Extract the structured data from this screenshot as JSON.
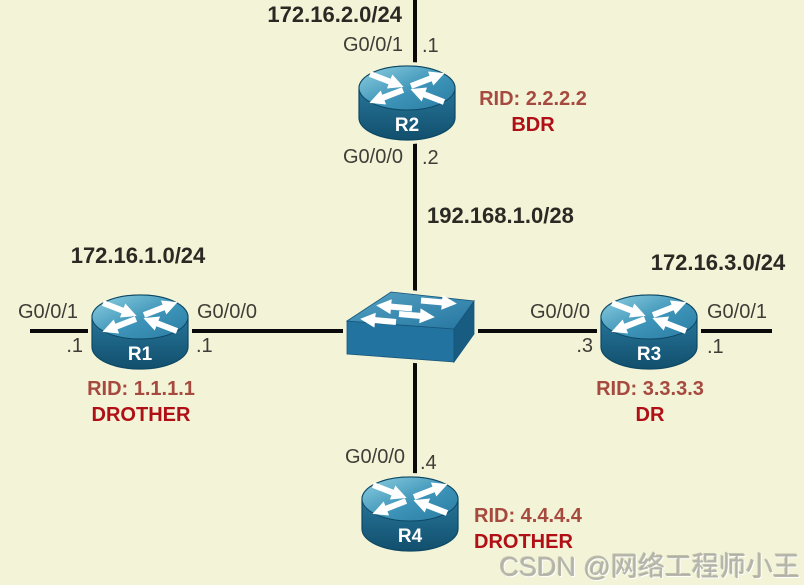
{
  "colors": {
    "background": "#f2f3d7",
    "link": "#0a0a0a",
    "network_label": "#2b2923",
    "interface_label": "#3f3d37",
    "rid_text": "#a64a3f",
    "role_text": "#b01015",
    "device_blue": "#2e82aa"
  },
  "networks": {
    "top": "172.16.2.0/24",
    "left": "172.16.1.0/24",
    "right": "172.16.3.0/24",
    "lan": "192.168.1.0/28"
  },
  "routers": {
    "r1": {
      "name": "R1",
      "rid": "RID: 1.1.1.1",
      "role": "DROTHER",
      "if_left": "G0/0/1",
      "ip_left": ".1",
      "if_right": "G0/0/0",
      "ip_right": ".1"
    },
    "r2": {
      "name": "R2",
      "rid": "RID: 2.2.2.2",
      "role": "BDR",
      "if_top": "G0/0/1",
      "ip_top": ".1",
      "if_bottom": "G0/0/0",
      "ip_bottom": ".2"
    },
    "r3": {
      "name": "R3",
      "rid": "RID: 3.3.3.3",
      "role": "DR",
      "if_left": "G0/0/0",
      "ip_left": ".3",
      "if_right": "G0/0/1",
      "ip_right": ".1"
    },
    "r4": {
      "name": "R4",
      "rid": "RID: 4.4.4.4",
      "role": "DROTHER",
      "if_top": "G0/0/0",
      "ip_top": ".4"
    }
  },
  "watermark": {
    "text": "CSDN @网络工程师小王"
  }
}
